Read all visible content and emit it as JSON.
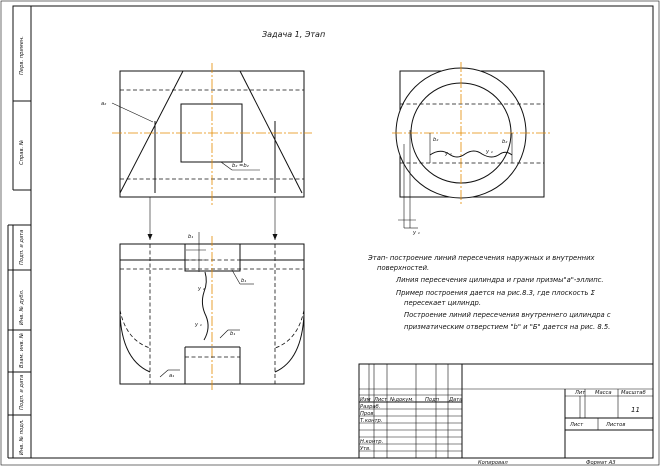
{
  "header": {
    "task_title": "Задача 1,   Этап"
  },
  "side_stamp": [
    "Перв. примен.",
    "Справ. №",
    "Подп. и дата",
    "Инв. № дубл.",
    "Взам. инв. №",
    "Подп. и дата",
    "Инв. № подл."
  ],
  "labels": {
    "a2": "a₂",
    "b2_eq": "b₂ =b₂",
    "b2_left": "b₂",
    "b2_right": "b₂",
    "y_left": "y ₁",
    "y_right": "y ₁",
    "y_small": "y ₁",
    "front_b": "b₁",
    "front_y_top": "y ₁",
    "front_y_bottom": "y ₁",
    "front_b_lower": "b₁",
    "front_a": "a₁",
    "front_b_small": "b₁"
  },
  "notes": {
    "line1": "Этап- построение линий пересечения наружных и внутренних",
    "line1b": "поверхностей.",
    "line2": "Линия пересечения цилиндра и грани призмы\"a\"-эллипс.",
    "line3": "Пример построения дается на рис.8.3, где плоскость  Σ",
    "line3b": "пересекает цилиндр.",
    "line4": "Построение линий пересечения внутреннего цилиндра с",
    "line4b": "призматическим отверстием \"b\" и \"Б\" дается на рис. 8.5."
  },
  "title_block": {
    "lit": "Лит",
    "mass": "Масса",
    "scale": "Масштаб",
    "sheet_no": "11",
    "sheet": "Лист",
    "sheets": "Листов",
    "izm": "Изм",
    "list": "Лист",
    "doc": "№докум.",
    "sign": "Подп",
    "date": "Дата",
    "razrab": "Разраб.",
    "prov": "Пров.",
    "tkontr": "Т.контр.",
    "nkontr": "Н.контр.",
    "utv": "Утв."
  },
  "footer": {
    "copied": "Копировал",
    "format": "Формат    А3"
  },
  "colors": {
    "axis": "#e58a00",
    "ink": "#111111",
    "paper": "#ffffff"
  }
}
